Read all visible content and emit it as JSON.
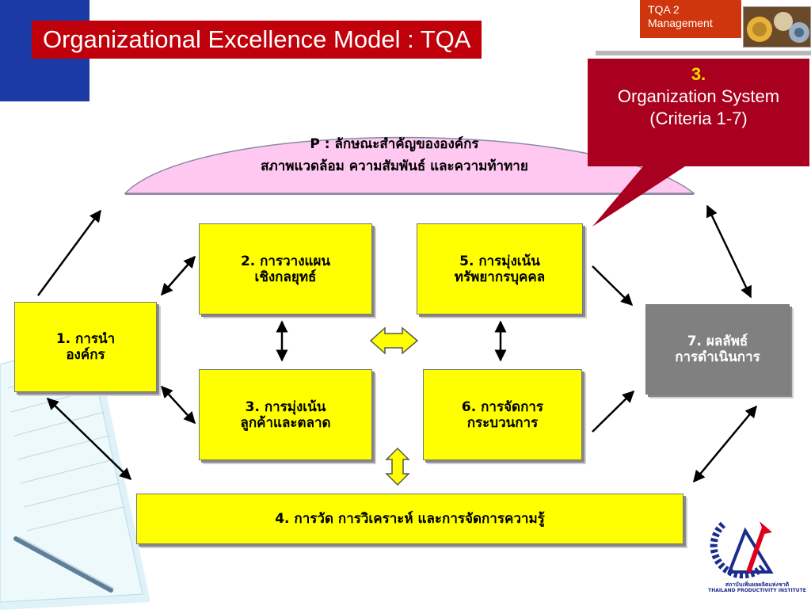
{
  "title": "Organizational Excellence Model : TQA",
  "badge": {
    "line1": "TQA 2",
    "line2": "Management"
  },
  "profile": {
    "line1": "P : ลักษณะสำคัญขององค์กร",
    "line2": "สภาพแวดล้อม ความสัมพันธ์ และความท้าทาย"
  },
  "callout": {
    "number": "3.",
    "line1": "Organization System",
    "line2": "(Criteria 1-7)"
  },
  "boxes": {
    "b1": {
      "line1": "1. การนำ",
      "line2": "องค์กร"
    },
    "b2": {
      "line1": "2. การวางแผน",
      "line2": "เชิงกลยุทธ์"
    },
    "b3": {
      "line1": "3. การมุ่งเน้น",
      "line2": "ลูกค้าและตลาด"
    },
    "b4": {
      "line1": "4. การวัด การวิเคราะห์ และการจัดการความรู้"
    },
    "b5": {
      "line1": "5. การมุ่งเน้น",
      "line2": "ทรัพยากรบุคคล"
    },
    "b6": {
      "line1": "6. การจัดการ",
      "line2": "กระบวนการ"
    },
    "b7": {
      "line1": "7. ผลลัพธ์",
      "line2": "การดำเนินการ"
    }
  },
  "logo": {
    "line1": "สถาบันเพิ่มผลผลิตแห่งชาติ",
    "line2": "THAILAND PRODUCTIVITY INSTITUTE"
  },
  "colors": {
    "title_bg": "#c0000a",
    "badge_bg": "#d0360d",
    "callout_bg": "#a8001e",
    "box_fill": "#ffff00",
    "results_fill": "#808080",
    "profile_fill": "#ffc8f0",
    "accent_blue": "#1b3aa6"
  }
}
